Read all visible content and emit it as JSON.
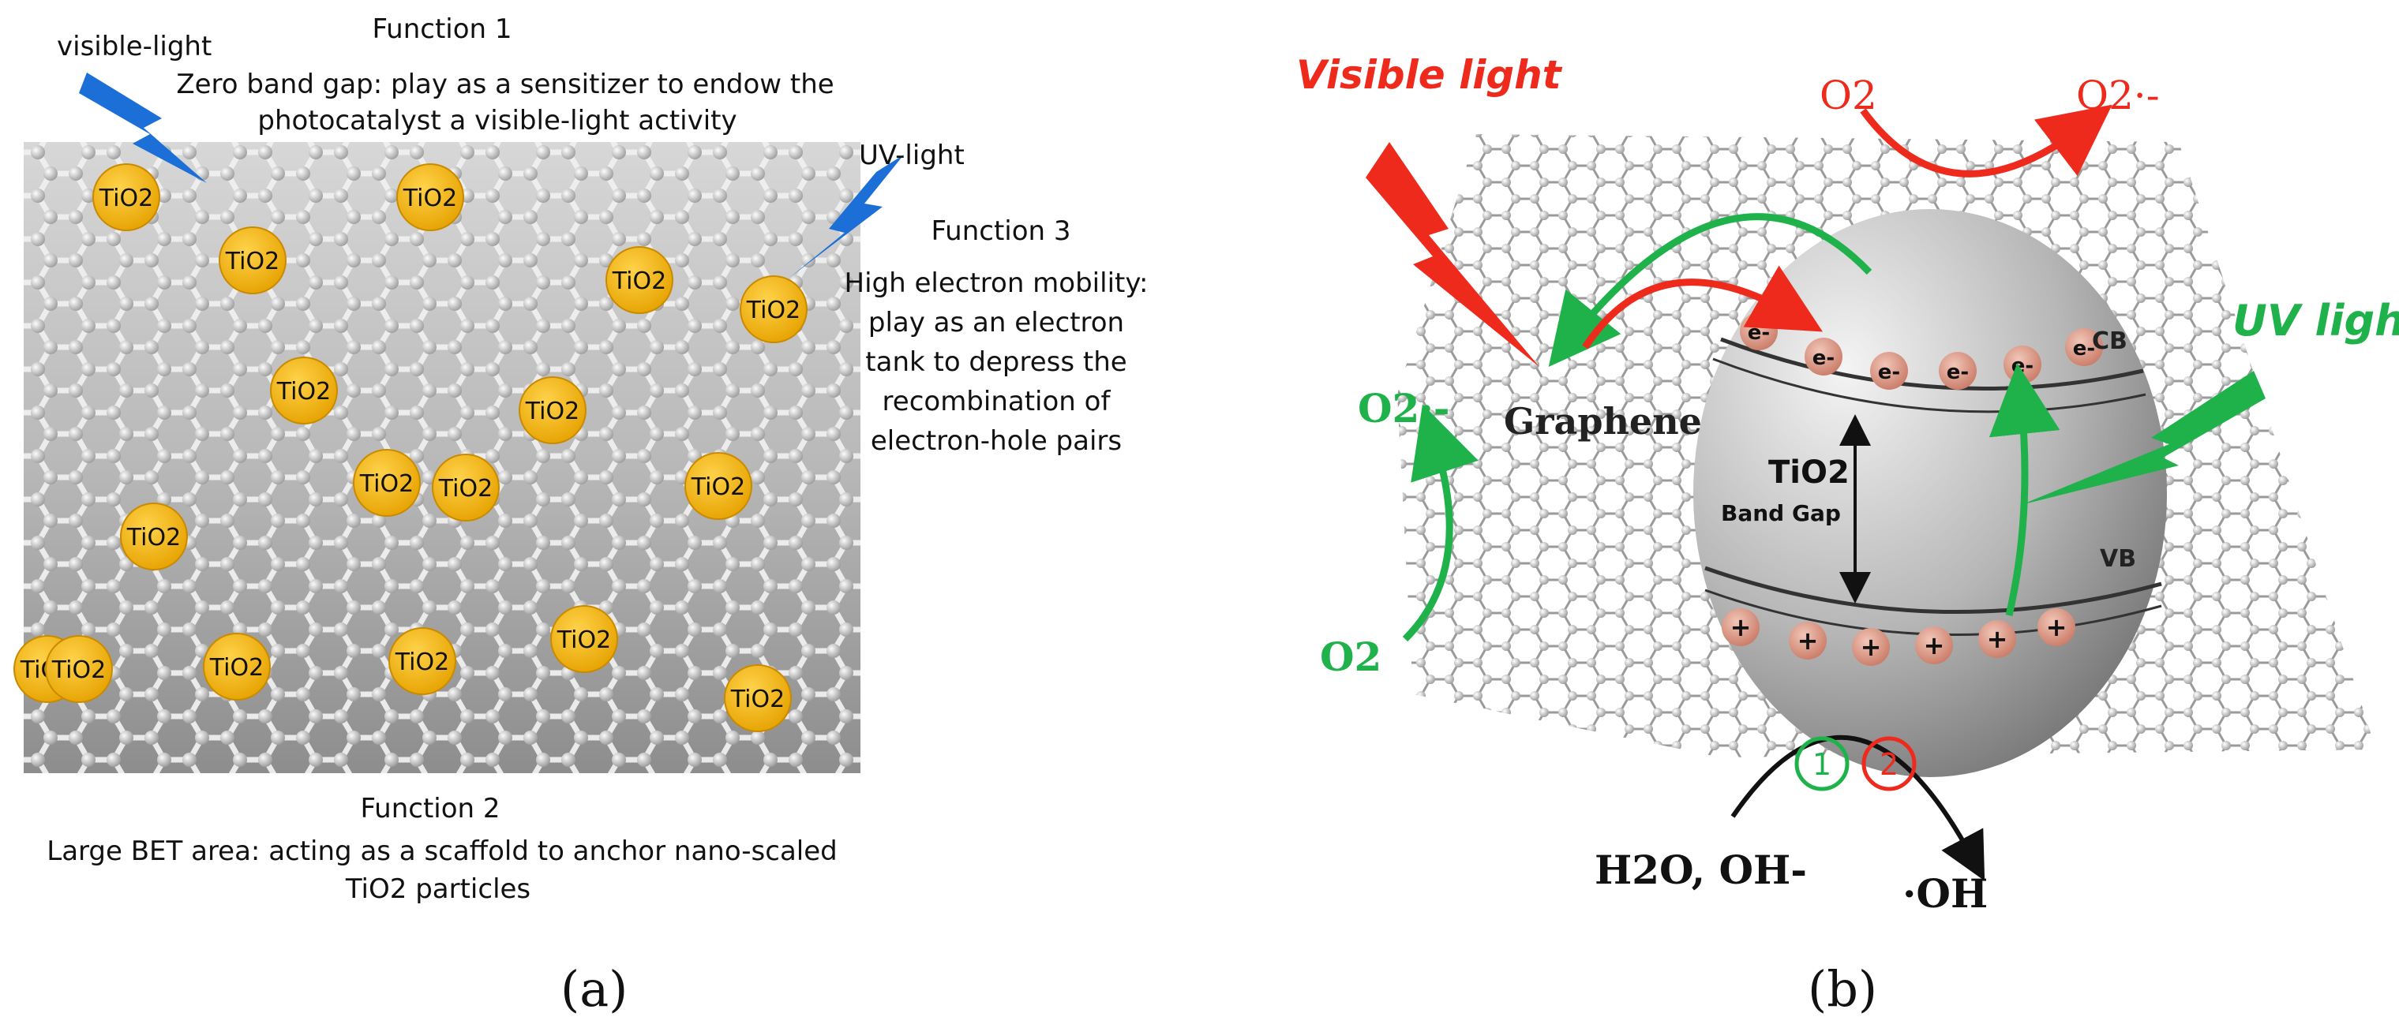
{
  "panel_a": {
    "label_visible_light": "visible-light",
    "label_uv_light": "UV-light",
    "function1": {
      "title": "Function 1",
      "line1": "Zero band gap: play as a sensitizer to endow the",
      "line2": "photocatalyst a visible-light activity"
    },
    "function2": {
      "title": "Function 2",
      "line1": "Large BET area: acting as a scaffold to anchor nano-scaled",
      "line2": "TiO2  particles"
    },
    "function3": {
      "title": "Function 3",
      "lines": [
        "High electron mobility:",
        "play as an electron",
        "tank to depress the",
        "recombination of",
        "electron-hole pairs"
      ]
    },
    "particle_label": "TiO2",
    "particle_count": 17,
    "caption": "(a)"
  },
  "panel_b": {
    "visible_light": "Visible light",
    "uv_light": "UV light",
    "graphene": "Graphene",
    "o2_top": "O2",
    "o2_radical_top": "O2·-",
    "o2_radical_left": "O2·-",
    "o2_left": "O2",
    "cb": "CB",
    "vb": "VB",
    "tio2": "TiO2",
    "band_gap": "Band Gap",
    "electron": "e-",
    "hole": "+",
    "electron_count": 6,
    "hole_count": 6,
    "circle1": "1",
    "circle2": "2",
    "h2o": "H2O, OH-",
    "oh": "·OH",
    "caption": "(b)"
  },
  "colors": {
    "tio2_fill": "#f5b80f",
    "blue_bolt": "#1b6fd6",
    "red": "#ee2a1c",
    "green": "#1fb24a",
    "graphene_gray": "#8a8a8a"
  }
}
